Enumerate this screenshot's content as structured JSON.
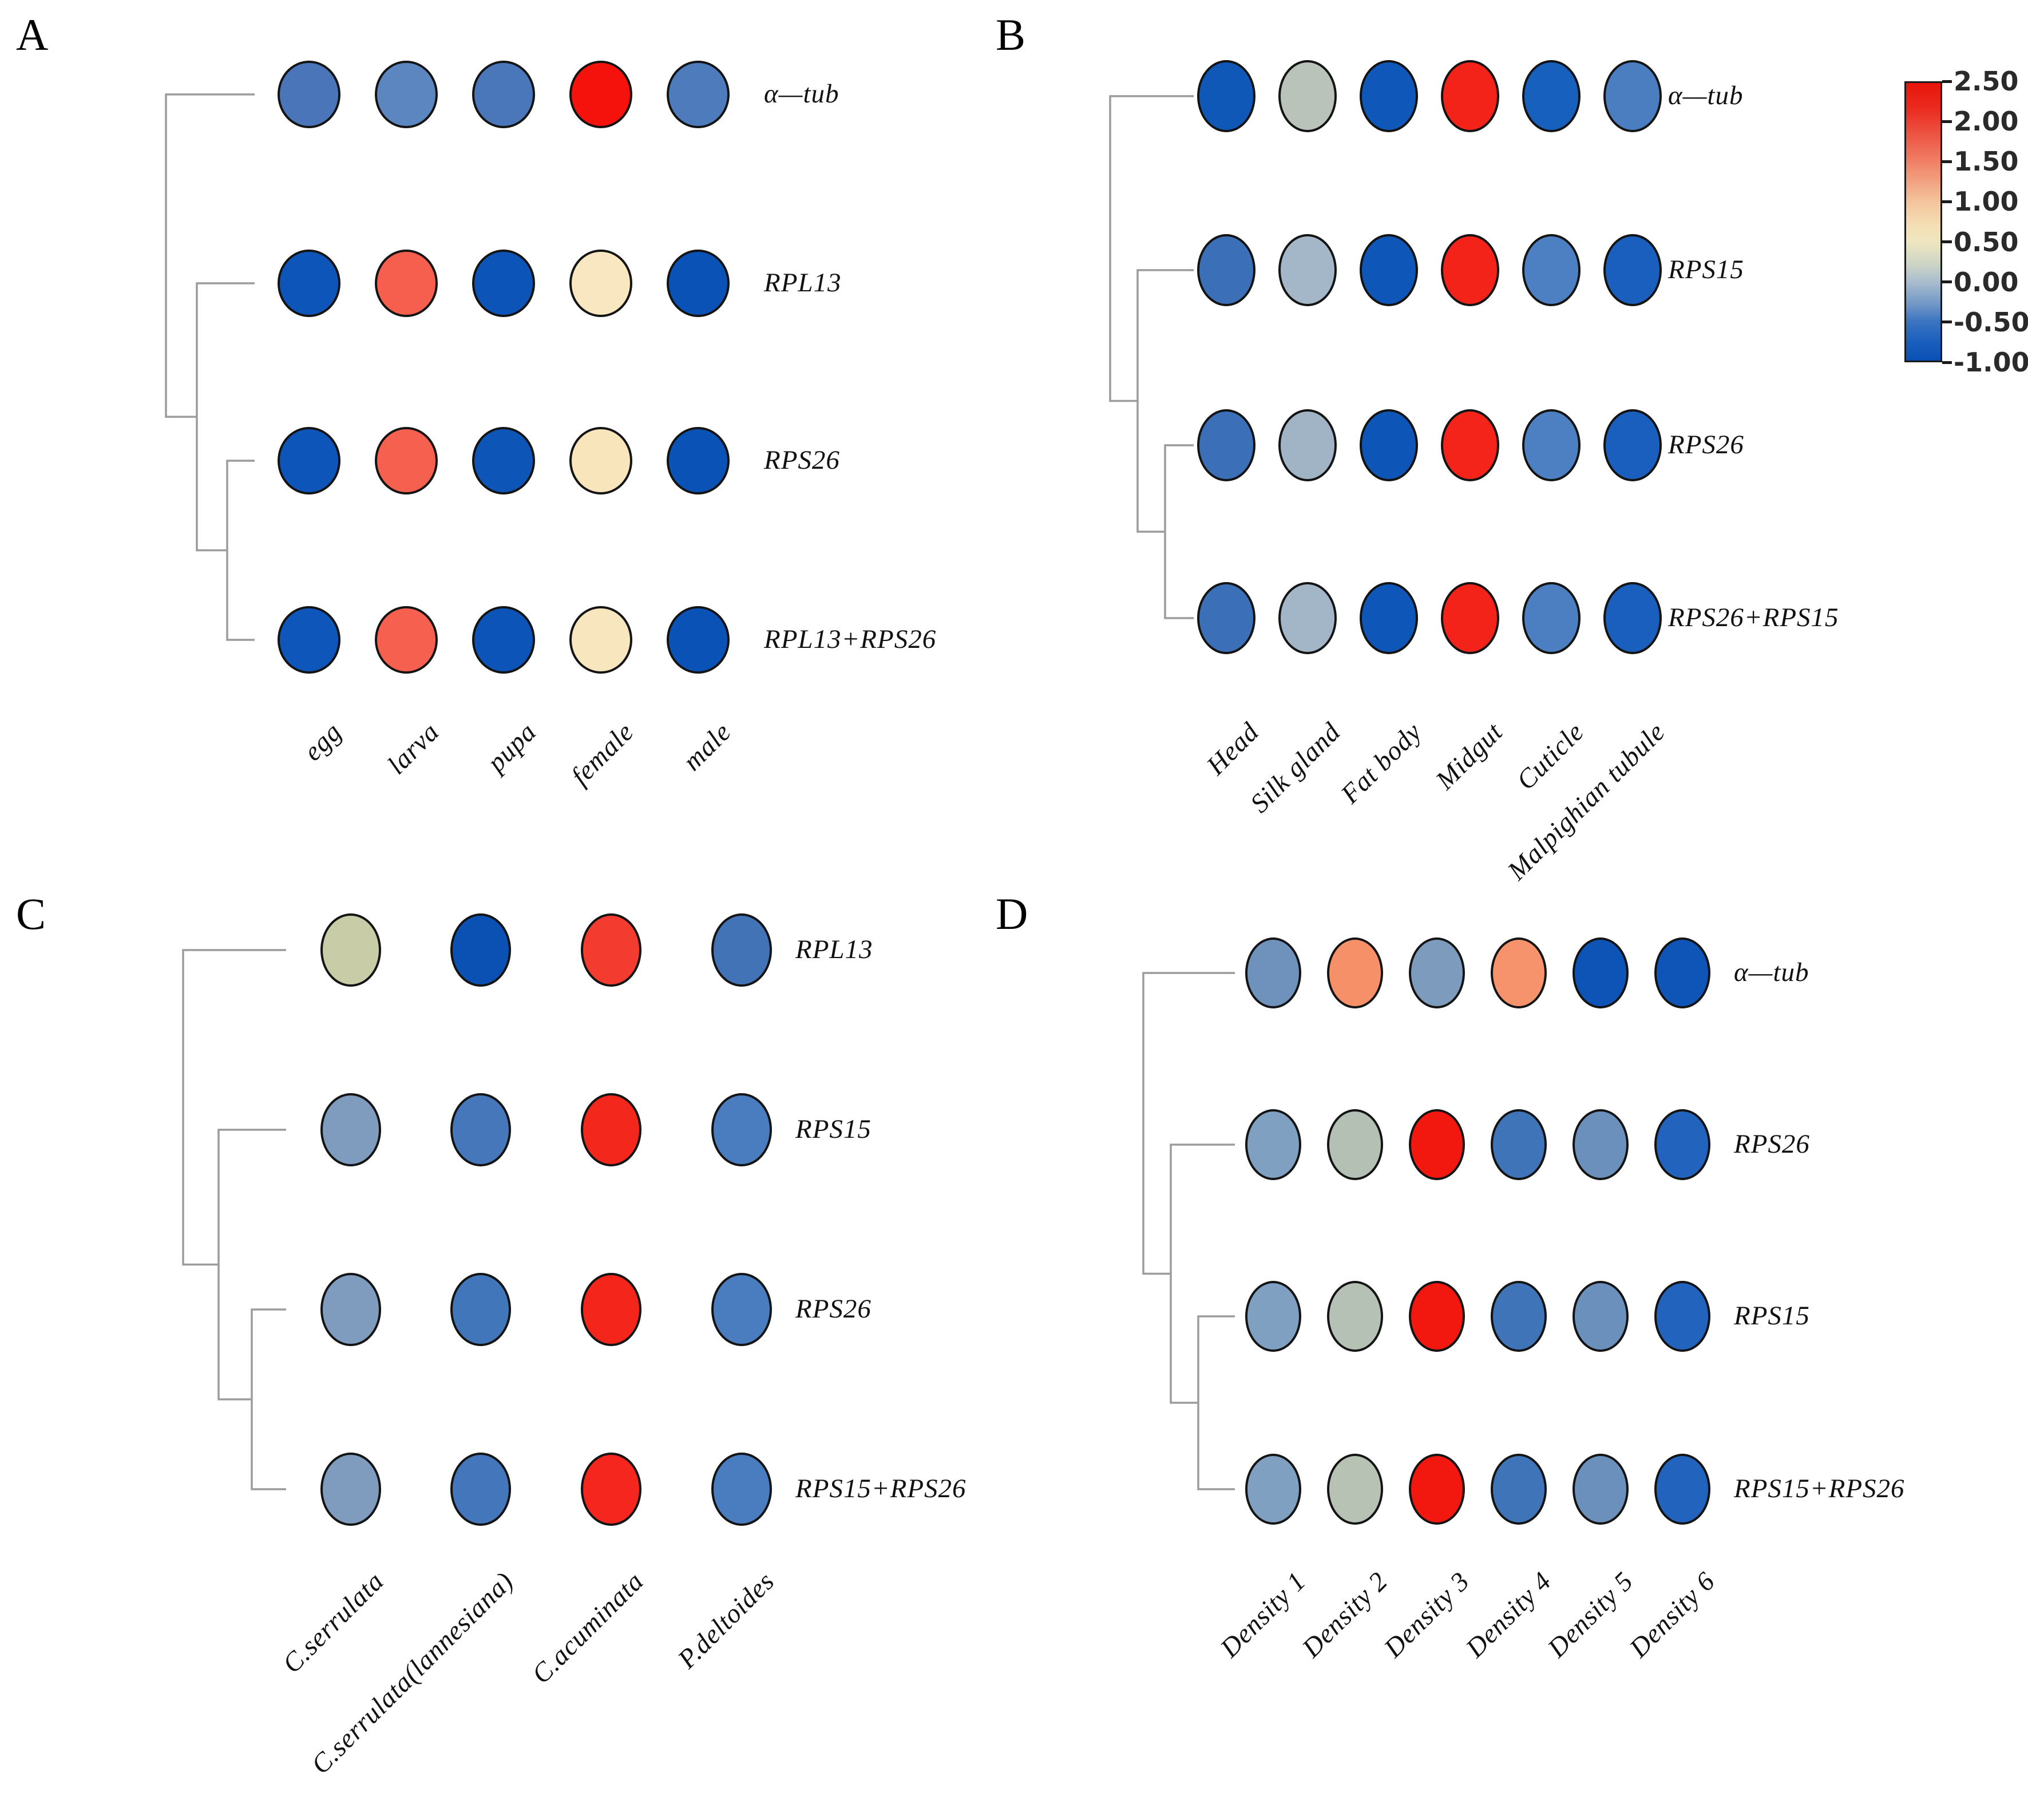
{
  "page": {
    "background": "#ffffff"
  },
  "chart_data": {
    "type": "heatmap",
    "variant": "clustered-dot-heatmap-with-dendrograms",
    "title": "",
    "grid": false,
    "legend_position": "top-right",
    "colorbar": {
      "max": 2.5,
      "min": -1.0,
      "tick_step": 0.5,
      "tick_labels": [
        "2.50",
        "2.00",
        "1.50",
        "1.00",
        "0.50",
        "0.00",
        "-0.50",
        "-1.00"
      ],
      "gradient_stops": [
        [
          "0%",
          "#e9150c"
        ],
        [
          "9%",
          "#ea2a1e"
        ],
        [
          "14.3%",
          "#ec4134"
        ],
        [
          "28.6%",
          "#f08166"
        ],
        [
          "42.9%",
          "#f3c59d"
        ],
        [
          "52%",
          "#f4e0b6"
        ],
        [
          "57.1%",
          "#efe6c0"
        ],
        [
          "65%",
          "#cfd6c6"
        ],
        [
          "71.4%",
          "#abbecd"
        ],
        [
          "80%",
          "#6f96c6"
        ],
        [
          "85.7%",
          "#3d75c1"
        ],
        [
          "93%",
          "#1b5fbd"
        ],
        [
          "100%",
          "#0a50b4"
        ]
      ]
    },
    "panels": [
      {
        "letter": "A",
        "dendrogram": "(row1,(row2,(row3,row4)))",
        "rows": [
          "α—tub",
          "RPL13",
          "RPS26",
          "RPL13+RPS26"
        ],
        "columns": [
          "egg",
          "larva",
          "pupa",
          "female",
          "male"
        ],
        "values": [
          [
            -0.5,
            -0.42,
            -0.5,
            2.5,
            -0.48
          ],
          [
            -0.8,
            1.9,
            -0.8,
            0.6,
            -0.82
          ],
          [
            -0.8,
            1.9,
            -0.8,
            0.62,
            -0.82
          ],
          [
            -0.8,
            1.85,
            -0.8,
            0.6,
            -0.82
          ]
        ],
        "colors": [
          [
            "#4a75b9",
            "#5c86c0",
            "#4a77ba",
            "#f5120d",
            "#4d7bbc"
          ],
          [
            "#0d55b8",
            "#f65e4d",
            "#0c54b7",
            "#f8e7c1",
            "#0b52b6"
          ],
          [
            "#0d55b8",
            "#f6604f",
            "#0d55b7",
            "#f8e5bb",
            "#0b52b6"
          ],
          [
            "#0e56b9",
            "#f6614f",
            "#0c54b7",
            "#f8e6bf",
            "#0b52b6"
          ]
        ]
      },
      {
        "letter": "B",
        "dendrogram": "(row1,(row2,(row3,row4)))",
        "rows": [
          "α—tub",
          "RPS15",
          "RPS26",
          "RPS26+RPS15"
        ],
        "columns": [
          "Head",
          "Silk gland",
          "Fat body",
          "Midgut",
          "Cuticle",
          "Malpighian tubule"
        ],
        "values": [
          [
            -0.78,
            0.05,
            -0.78,
            2.3,
            -0.72,
            -0.5
          ],
          [
            -0.55,
            -0.08,
            -0.8,
            2.3,
            -0.5,
            -0.7
          ],
          [
            -0.55,
            -0.1,
            -0.8,
            2.3,
            -0.5,
            -0.7
          ],
          [
            -0.55,
            -0.09,
            -0.8,
            2.3,
            -0.5,
            -0.7
          ]
        ],
        "colors": [
          [
            "#1058b8",
            "#b9c3ba",
            "#0f57b9",
            "#f4231a",
            "#1760bd",
            "#4b7ec1"
          ],
          [
            "#3b70b9",
            "#a4b7c8",
            "#0e56b8",
            "#f4231a",
            "#4d80c3",
            "#1a5fbe"
          ],
          [
            "#3b70b9",
            "#a0b4c6",
            "#0d55b7",
            "#f4241b",
            "#4d80c3",
            "#1a5fbe"
          ],
          [
            "#3b70b9",
            "#a3b6c8",
            "#0e56b8",
            "#f4231a",
            "#4c7fc2",
            "#1a5fbe"
          ]
        ]
      },
      {
        "letter": "C",
        "dendrogram": "(row1,(row2,(row3,row4)))",
        "rows": [
          "RPL13",
          "RPS15",
          "RPS26",
          "RPS15+RPS26"
        ],
        "columns": [
          "C.serrulata",
          "C.serrulata(lannesiana)",
          "C.acuminata",
          "P.deltoides"
        ],
        "values": [
          [
            0.35,
            -0.85,
            2.2,
            -0.55
          ],
          [
            -0.25,
            -0.52,
            2.3,
            -0.5
          ],
          [
            -0.25,
            -0.55,
            2.3,
            -0.5
          ],
          [
            -0.25,
            -0.54,
            2.3,
            -0.5
          ]
        ],
        "colors": [
          [
            "#c9cda7",
            "#0b51b4",
            "#f43b30",
            "#4273b7"
          ],
          [
            "#7f9cbf",
            "#4677bb",
            "#f4271d",
            "#4a7cc0"
          ],
          [
            "#7f9cbf",
            "#4276ba",
            "#f4261c",
            "#4a7cc0"
          ],
          [
            "#7f9cbf",
            "#4376bb",
            "#f4261d",
            "#4a7cc0"
          ]
        ]
      },
      {
        "letter": "D",
        "dendrogram": "(row1,(row2,(row3,row4)))",
        "rows": [
          "α—tub",
          "RPS26",
          "RPS15",
          "RPS15+RPS26"
        ],
        "columns": [
          "Density 1",
          "Density 2",
          "Density 3",
          "Density 4",
          "Density 5",
          "Density 6"
        ],
        "values": [
          [
            -0.3,
            1.5,
            -0.27,
            1.45,
            -0.8,
            -0.8
          ],
          [
            -0.25,
            0.05,
            2.45,
            -0.55,
            -0.35,
            -0.65
          ],
          [
            -0.25,
            0.05,
            2.45,
            -0.55,
            -0.35,
            -0.65
          ],
          [
            -0.25,
            0.06,
            2.45,
            -0.55,
            -0.35,
            -0.65
          ]
        ],
        "colors": [
          [
            "#6f92bd",
            "#f59069",
            "#7d9cbd",
            "#f6936c",
            "#0d54b6",
            "#0e55b7"
          ],
          [
            "#7fa0c0",
            "#b5c0b4",
            "#f2170f",
            "#3f74b8",
            "#6b90bc",
            "#2263be"
          ],
          [
            "#7fa0c0",
            "#b6c1b5",
            "#f2170f",
            "#3f74b8",
            "#6b90bc",
            "#2263be"
          ],
          [
            "#7fa0c0",
            "#b7c2b5",
            "#f2180f",
            "#3f74b8",
            "#6b90bc",
            "#2263be"
          ]
        ]
      }
    ]
  }
}
